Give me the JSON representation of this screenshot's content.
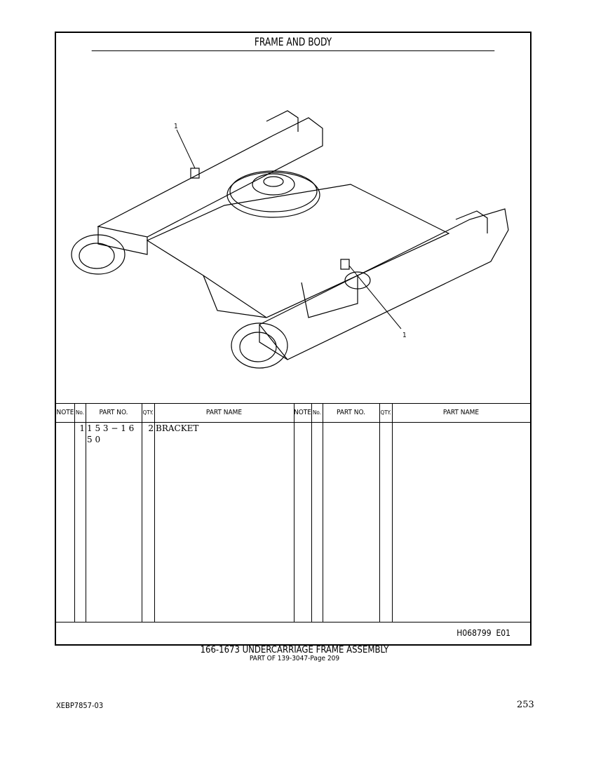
{
  "title": "FRAME AND BODY",
  "callouts": [
    "1",
    "1"
  ],
  "table": {
    "headers": [
      "NOTE",
      "No.",
      "PART NO.",
      "QTY.",
      "PART NAME"
    ],
    "rows": [
      {
        "note": "",
        "no": "1",
        "part_no": "1 5 3 − 1 6 5 0",
        "qty": "2",
        "part_name": "BRACKET"
      }
    ]
  },
  "illustration_code": "H068799  E01",
  "caption": {
    "main": "166-1673 UNDERCARRIAGE FRAME ASSEMBLY",
    "sub": "PART OF 139-3047-Page 209"
  },
  "doc_id": "XEBP7857-03",
  "page_number": "253"
}
